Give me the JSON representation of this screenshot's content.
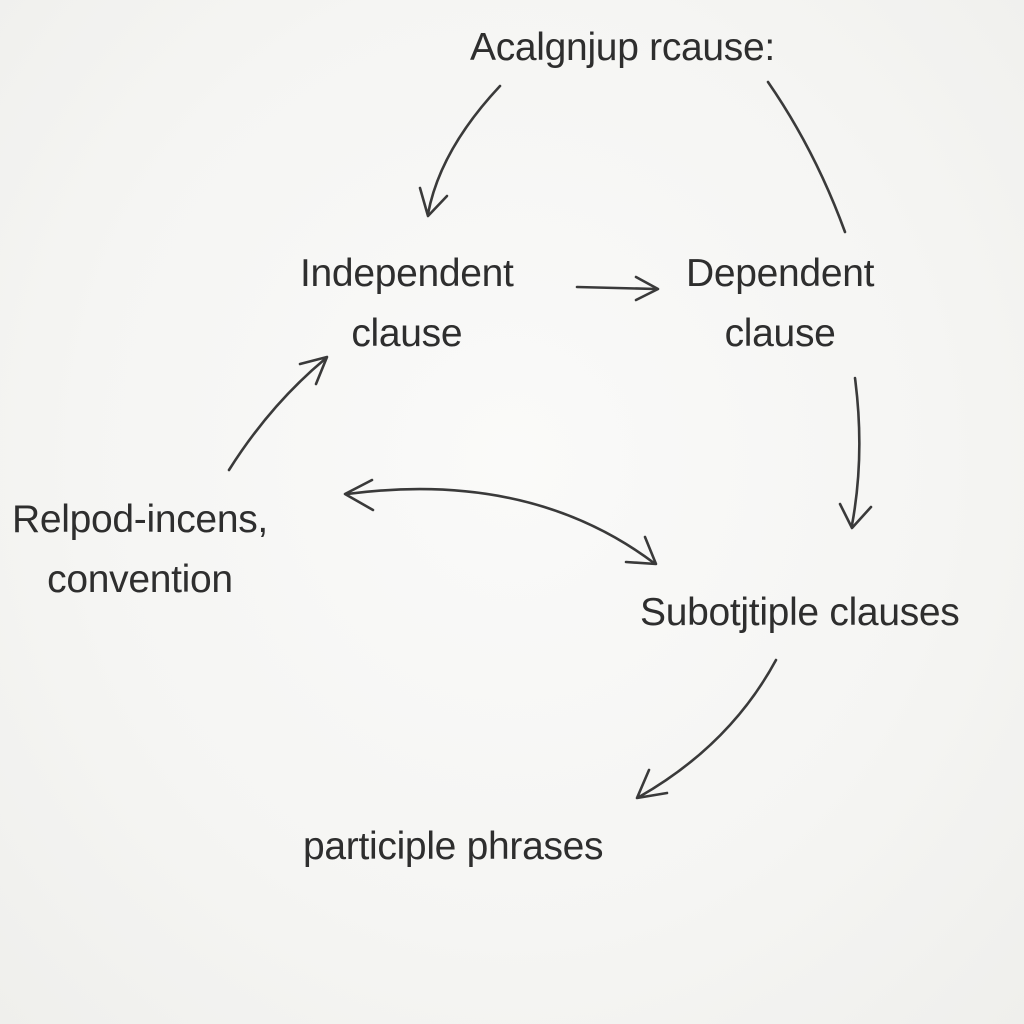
{
  "diagram": {
    "title": "Acalgnjup rcause:",
    "nodes": {
      "independent": {
        "line1": "Independent",
        "line2": "clause"
      },
      "dependent": {
        "line1": "Dependent",
        "line2": "clause"
      },
      "relpod": {
        "line1": "Relpod-incens,",
        "line2": "convention"
      },
      "subotjtiple": {
        "line1": "Subotjtiple clauses"
      },
      "participle": {
        "line1": "participle phrases"
      }
    },
    "edges": [
      {
        "from": "title",
        "to": "independent"
      },
      {
        "from": "title",
        "to": "dependent"
      },
      {
        "from": "independent",
        "to": "dependent"
      },
      {
        "from": "relpod",
        "to": "independent"
      },
      {
        "from": "relpod",
        "to": "subotjtiple",
        "bidirectional": true
      },
      {
        "from": "dependent",
        "to": "subotjtiple"
      },
      {
        "from": "subotjtiple",
        "to": "participle"
      }
    ]
  }
}
